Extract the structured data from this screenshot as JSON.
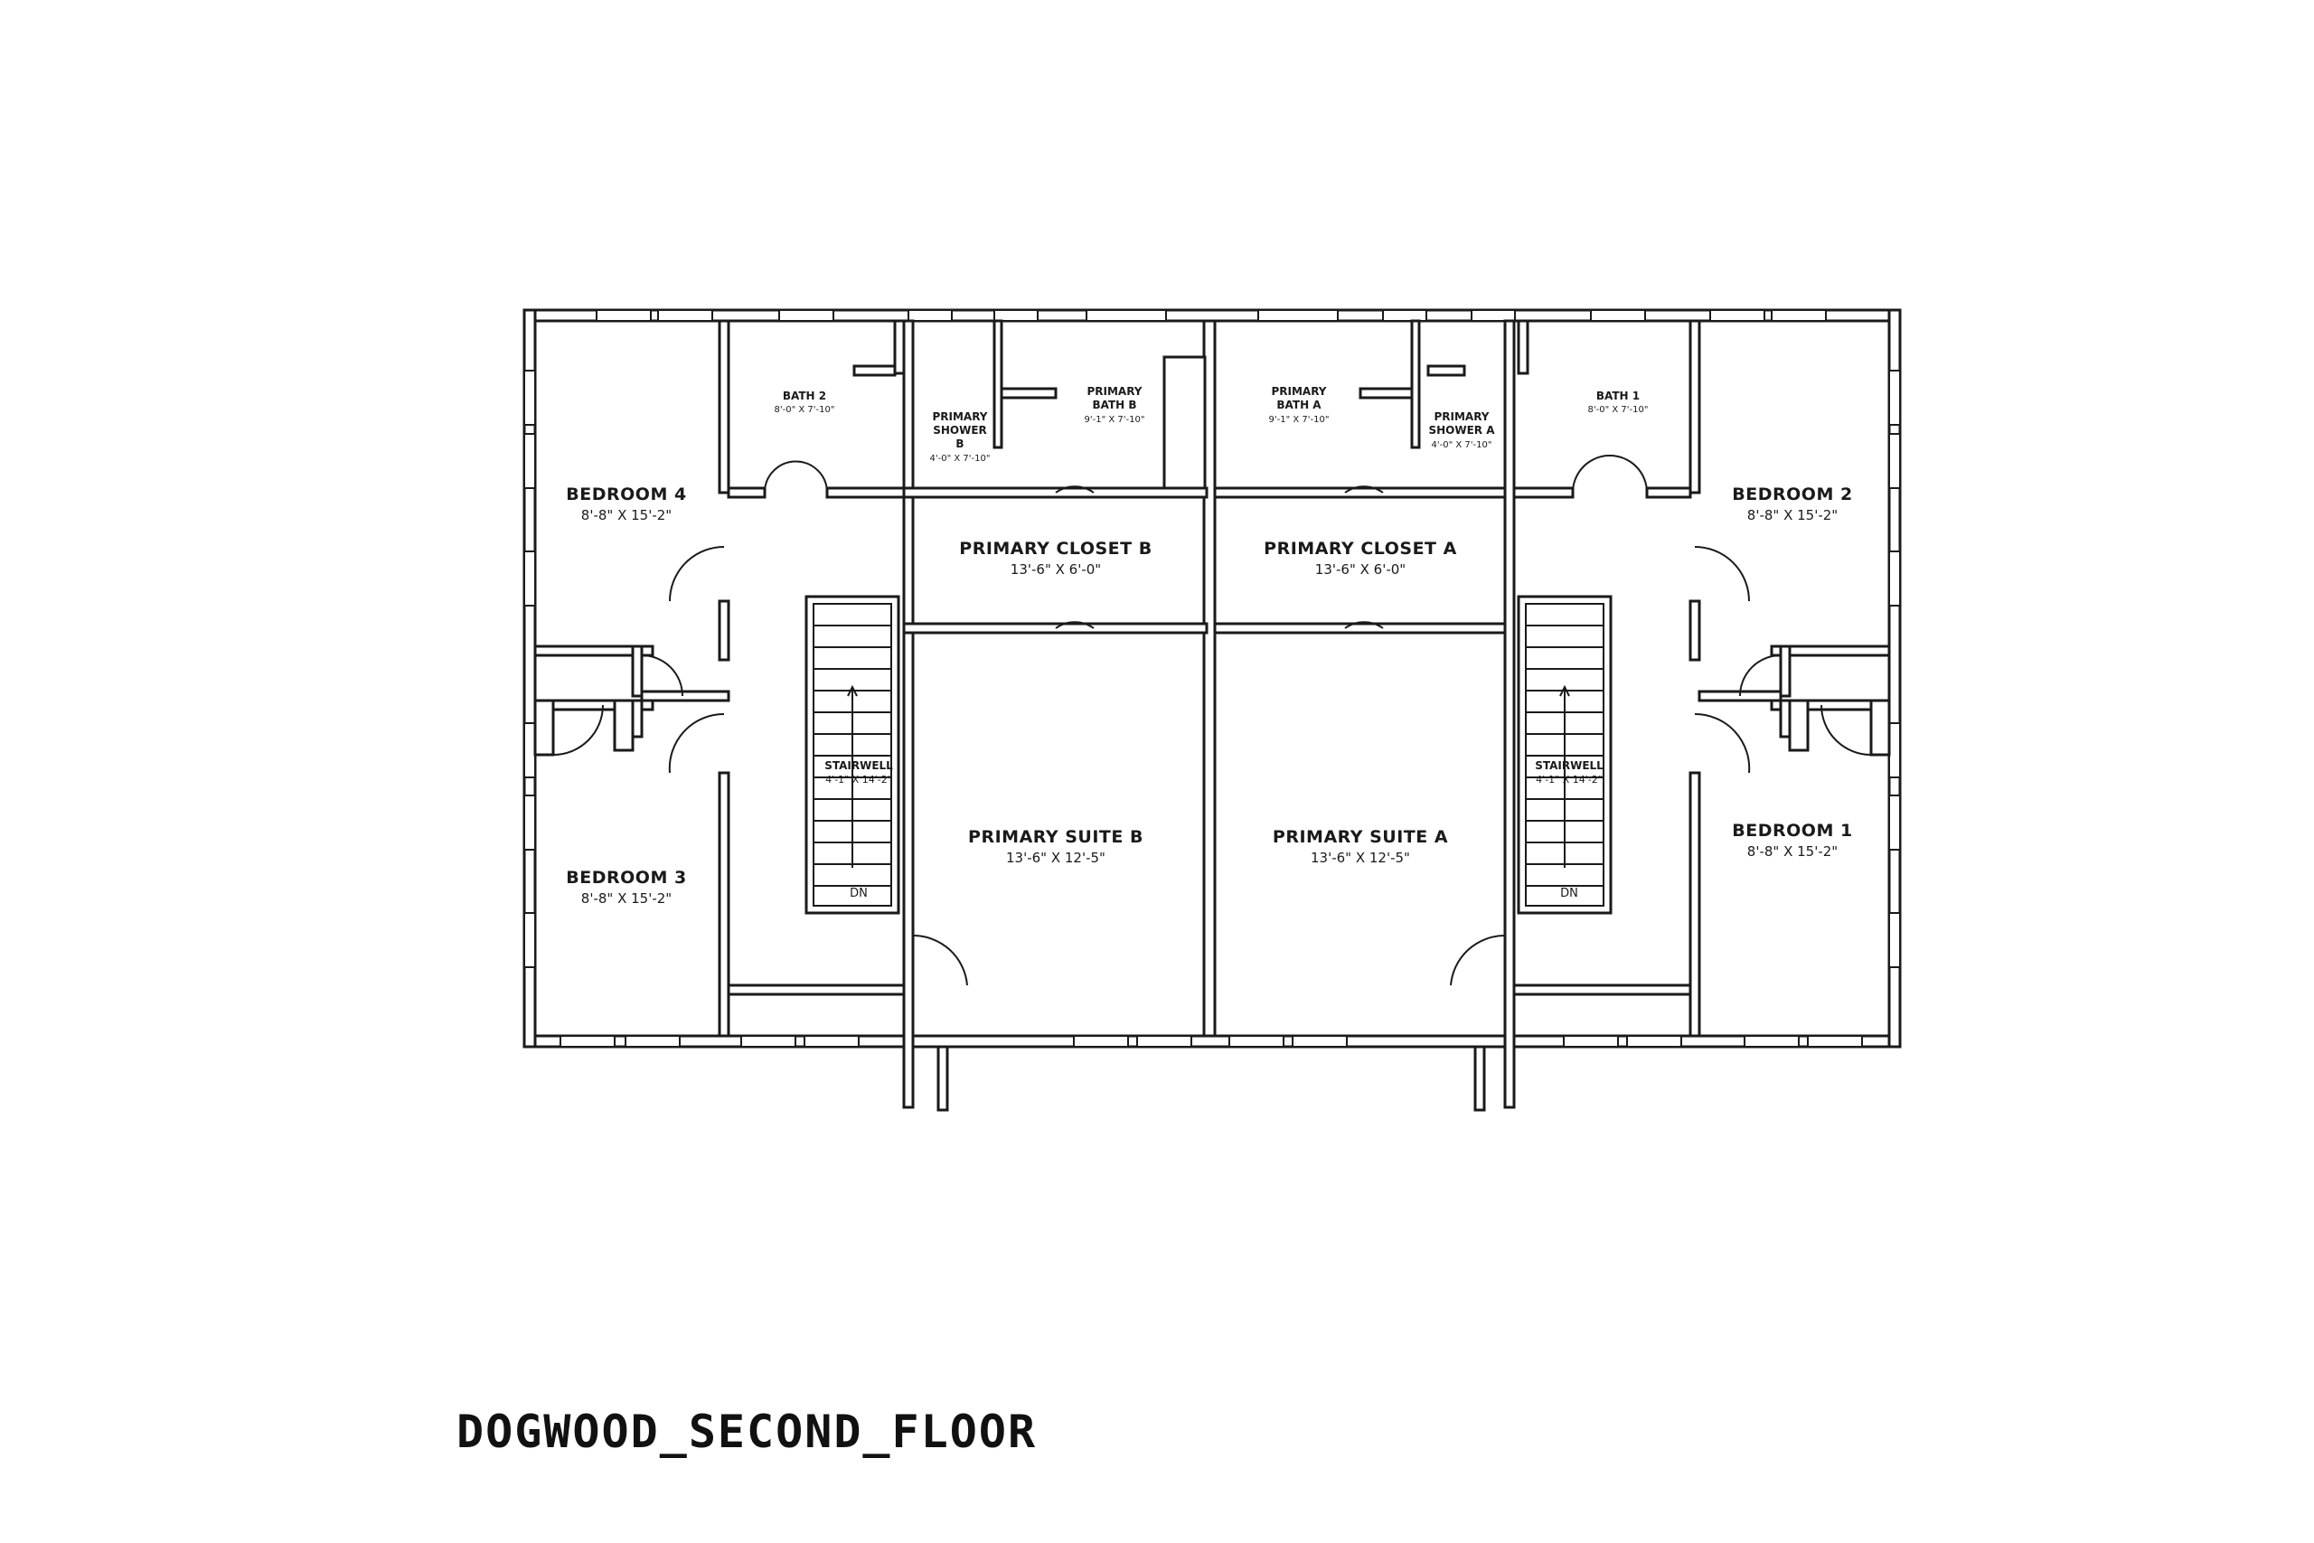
{
  "drawing_title": "DOGWOOD_SECOND_FLOOR",
  "colors": {
    "line": "#1a1a1a",
    "background": "#ffffff"
  },
  "rooms": {
    "bedroom_4": {
      "name": "BEDROOM 4",
      "dim": "8'-8\" X 15'-2\""
    },
    "bedroom_3": {
      "name": "BEDROOM 3",
      "dim": "8'-8\" X 15'-2\""
    },
    "bedroom_2": {
      "name": "BEDROOM 2",
      "dim": "8'-8\" X 15'-2\""
    },
    "bedroom_1": {
      "name": "BEDROOM 1",
      "dim": "8'-8\" X 15'-2\""
    },
    "bath_2": {
      "name": "BATH 2",
      "dim": "8'-0\" X 7'-10\""
    },
    "bath_1": {
      "name": "BATH 1",
      "dim": "8'-0\" X 7'-10\""
    },
    "primary_shower_b": {
      "name_lines": [
        "PRIMARY",
        "SHOWER",
        "B"
      ],
      "dim": "4'-0\" X 7'-10\""
    },
    "primary_bath_b": {
      "name_lines": [
        "PRIMARY",
        "BATH B"
      ],
      "dim": "9'-1\" X 7'-10\""
    },
    "primary_bath_a": {
      "name_lines": [
        "PRIMARY",
        "BATH A"
      ],
      "dim": "9'-1\" X 7'-10\""
    },
    "primary_shower_a": {
      "name_lines": [
        "PRIMARY",
        "SHOWER A"
      ],
      "dim": "4'-0\" X 7'-10\""
    },
    "primary_closet_b": {
      "name": "PRIMARY CLOSET B",
      "dim": "13'-6\" X 6'-0\""
    },
    "primary_closet_a": {
      "name": "PRIMARY CLOSET A",
      "dim": "13'-6\" X 6'-0\""
    },
    "primary_suite_b": {
      "name": "PRIMARY SUITE B",
      "dim": "13'-6\" X 12'-5\""
    },
    "primary_suite_a": {
      "name": "PRIMARY SUITE A",
      "dim": "13'-6\" X 12'-5\""
    },
    "stairwell_b": {
      "name": "STAIRWELL",
      "dim": "4'-1\" X 14'-2\"",
      "dir": "DN"
    },
    "stairwell_a": {
      "name": "STAIRWELL",
      "dim": "4'-1\" X 14'-2\"",
      "dir": "DN"
    }
  }
}
